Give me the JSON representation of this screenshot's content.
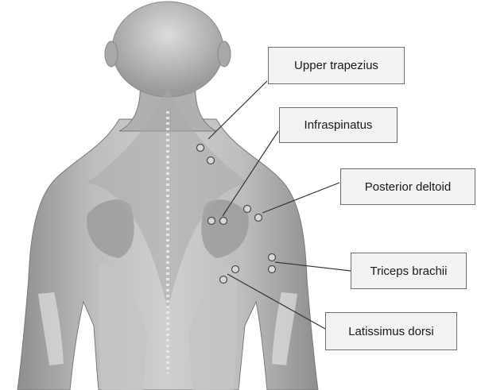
{
  "labels": {
    "upper_trapezius": "Upper trapezius",
    "infraspinatus": "Infraspinatus",
    "posterior_deltoid": "Posterior deltoid",
    "triceps_brachii": "Triceps brachii",
    "latissimus_dorsi": "Latissimus dorsi"
  },
  "colors": {
    "skin_dark": "#8c8c8c",
    "skin_mid": "#b4b4b4",
    "skin_light": "#d4d4d4",
    "leader_line": "#333333",
    "marker": "#4a4a4a"
  }
}
